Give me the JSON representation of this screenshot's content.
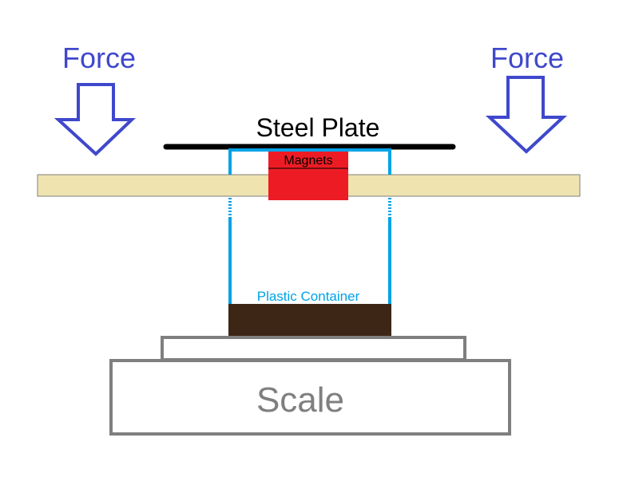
{
  "labels": {
    "force_left": "Force",
    "force_right": "Force",
    "steel_plate": "Steel Plate",
    "magnets": "Magnets",
    "plastic_container": "Plastic Container",
    "scale": "Scale"
  },
  "colors": {
    "force": "#3f48cc",
    "steel_plate": "#000000",
    "magnets": "#ed1c24",
    "wood_board": "#efe4b0",
    "container": "#00a2e8",
    "container_base": "#3d2616",
    "scale_outline": "#7f7f7f",
    "scale_text": "#7f7f7f"
  }
}
